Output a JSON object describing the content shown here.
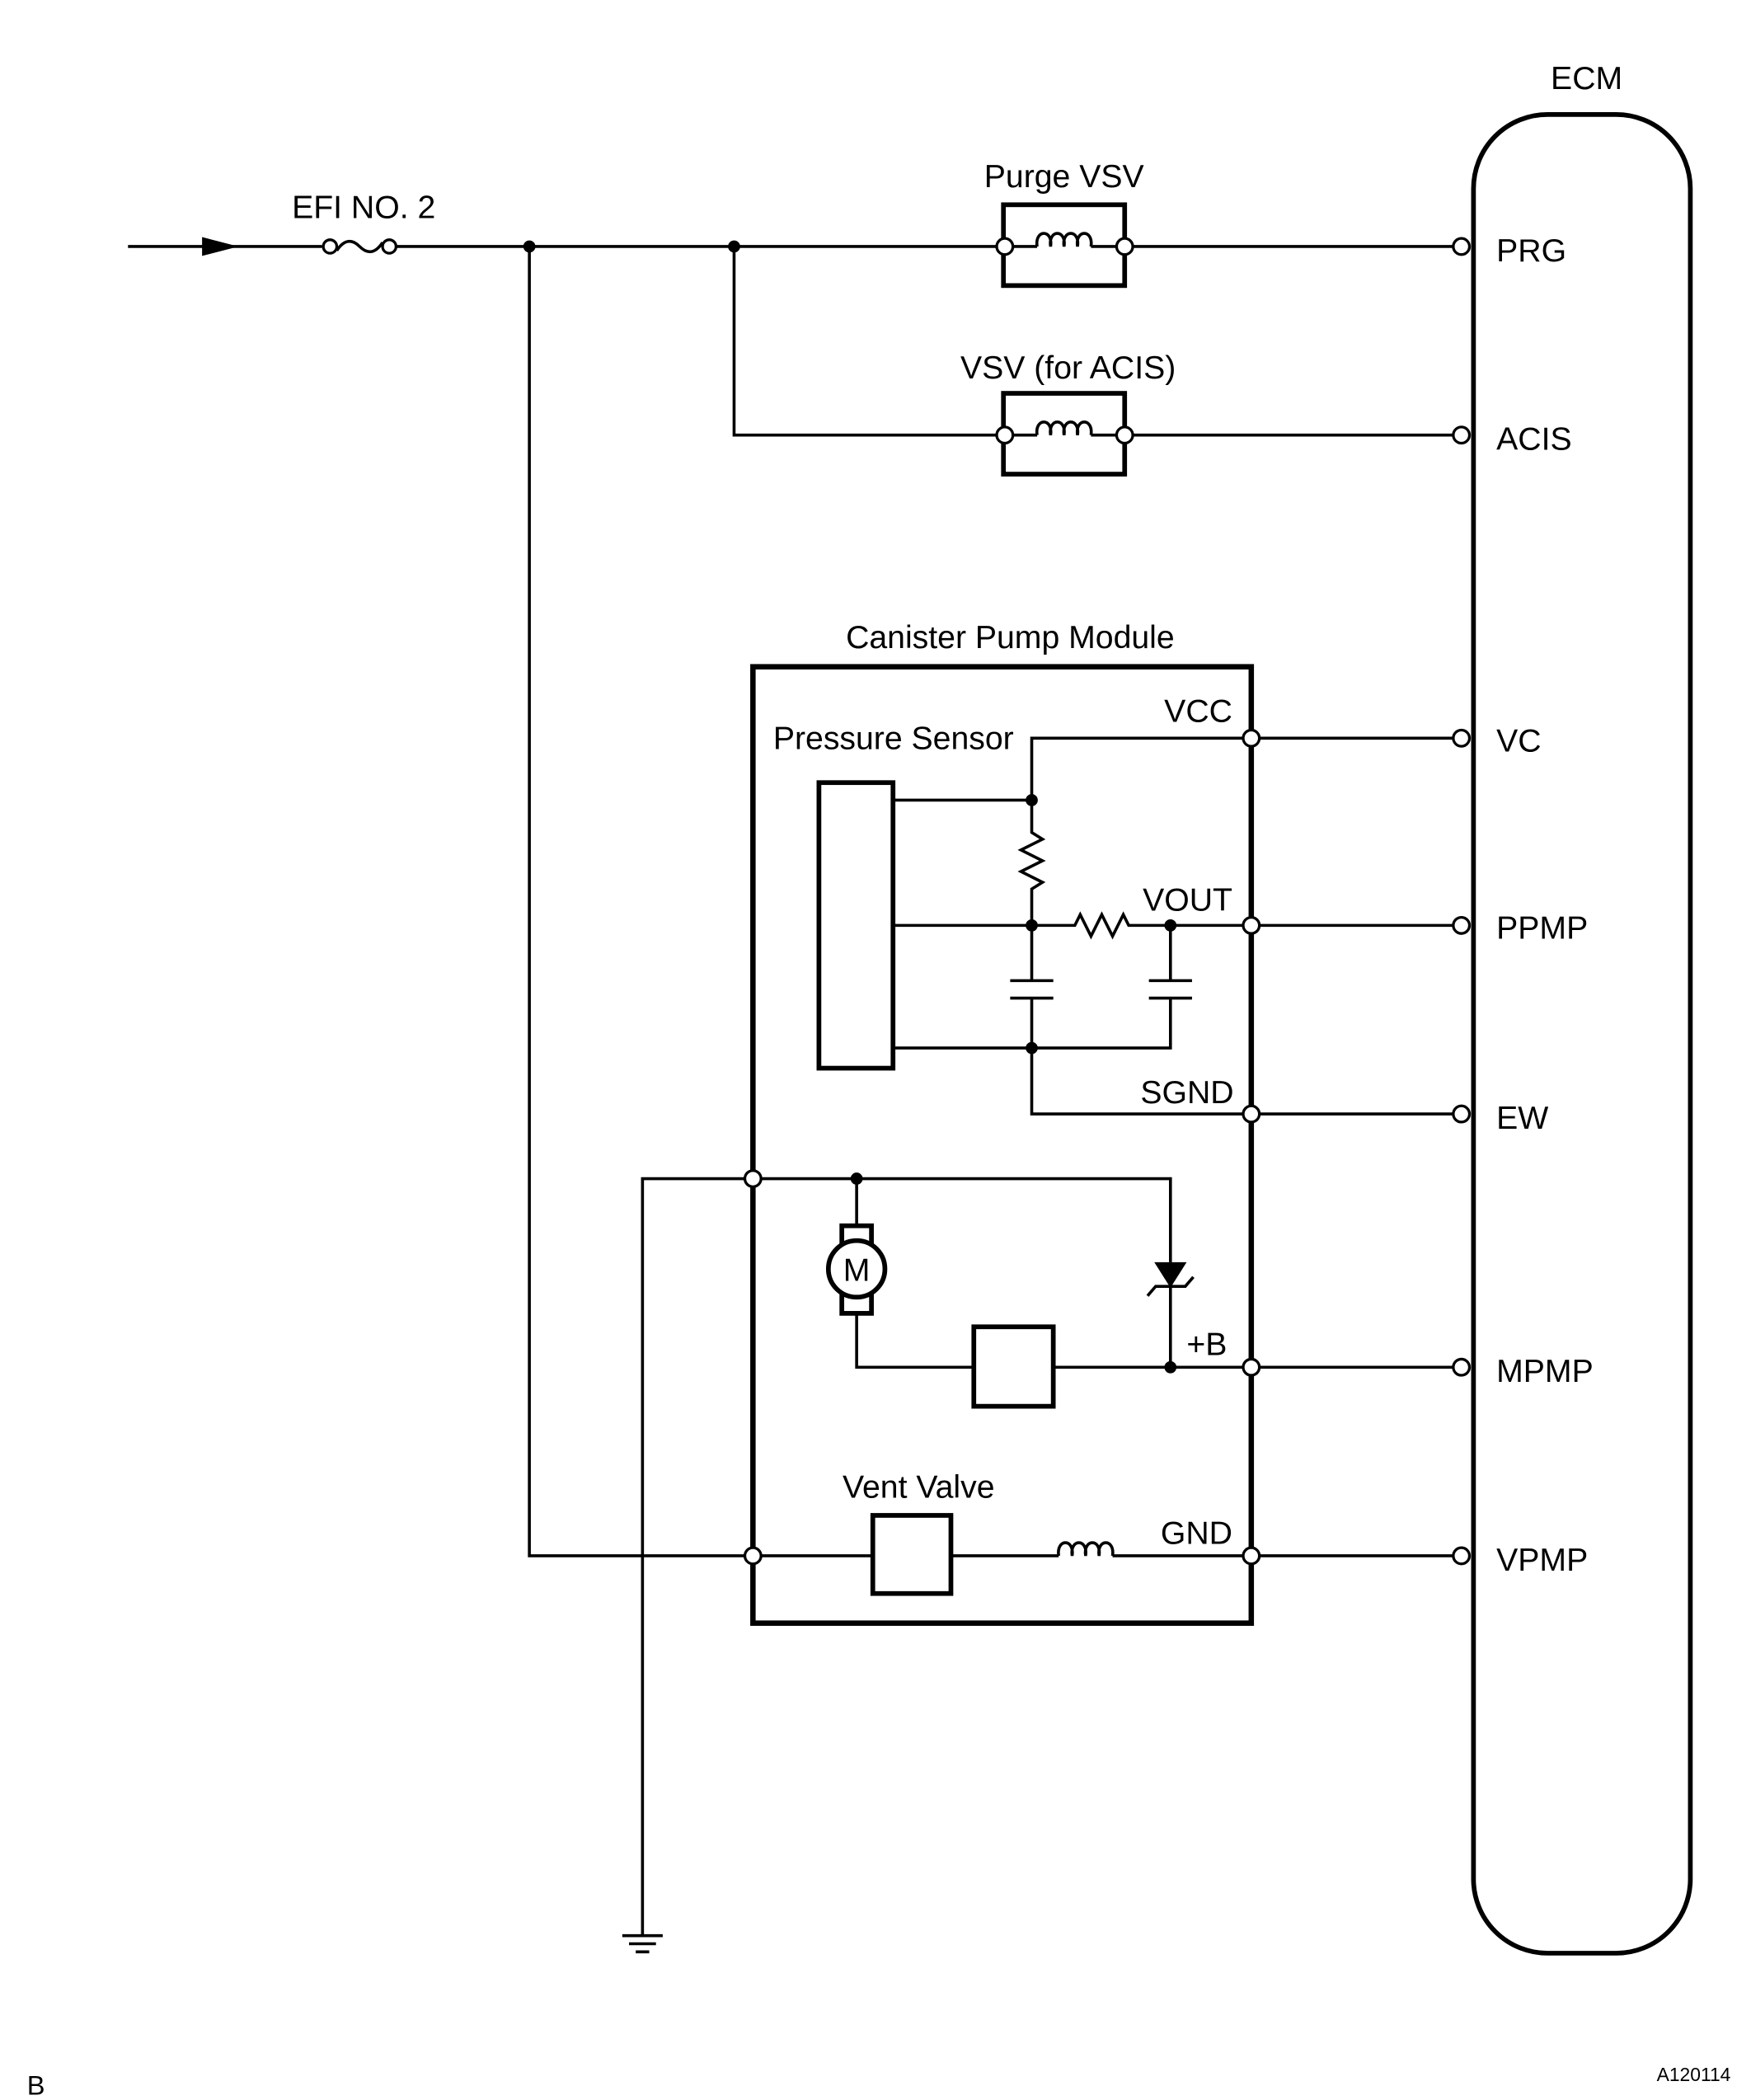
{
  "ecm": {
    "label": "ECM",
    "pins": {
      "prg": "PRG",
      "acis": "ACIS",
      "vc": "VC",
      "ppmp": "PPMP",
      "ew": "EW",
      "mpmp": "MPMP",
      "vpmp": "VPMP"
    }
  },
  "fuse": {
    "label": "EFI NO. 2"
  },
  "purge_vsv": {
    "label": "Purge VSV"
  },
  "acis_vsv": {
    "label": "VSV (for ACIS)"
  },
  "canister_pump_module": {
    "label": "Canister Pump Module",
    "pressure_sensor": {
      "label": "Pressure Sensor"
    },
    "motor": {
      "symbol": "M"
    },
    "vent_valve": {
      "label": "Vent Valve"
    },
    "terminals": {
      "vcc": "VCC",
      "vout": "VOUT",
      "sgnd": "SGND",
      "plus_b": "+B",
      "gnd": "GND"
    }
  },
  "figure_code": "A120114",
  "corner_mark": "B"
}
